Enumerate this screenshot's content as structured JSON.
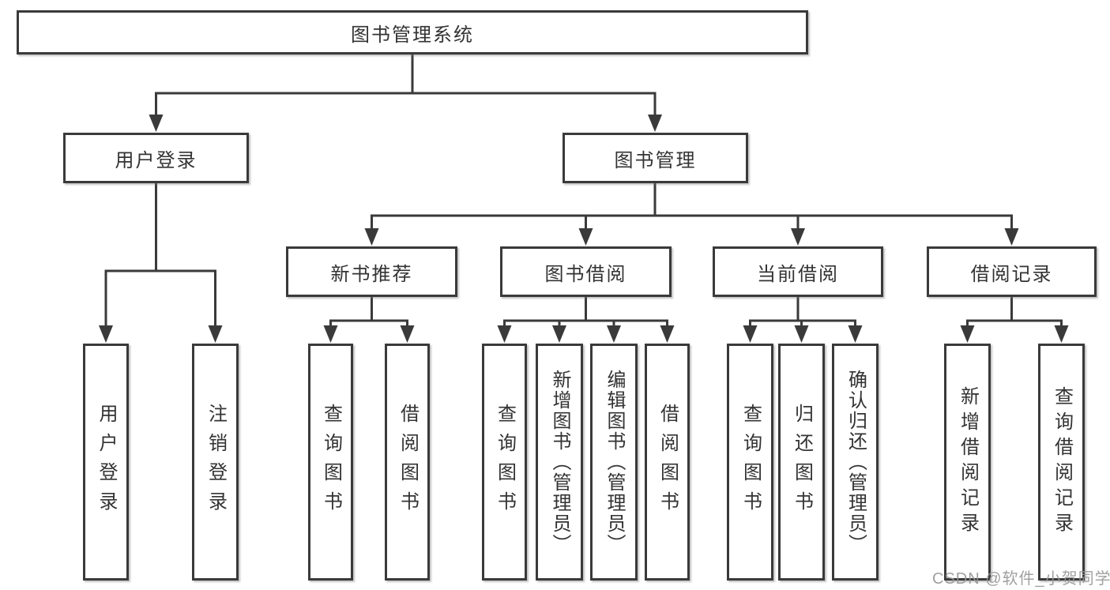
{
  "tree": {
    "root": {
      "label": "图书管理系统",
      "children": [
        {
          "label": "用户登录",
          "children": [
            {
              "label": "用户登录"
            },
            {
              "label": "注销登录"
            }
          ]
        },
        {
          "label": "图书管理",
          "children": [
            {
              "label": "新书推荐",
              "children": [
                {
                  "label": "查询图书"
                },
                {
                  "label": "借阅图书"
                }
              ]
            },
            {
              "label": "图书借阅",
              "children": [
                {
                  "label": "查询图书"
                },
                {
                  "label": "新增图书（管理员）"
                },
                {
                  "label": "编辑图书（管理员）"
                },
                {
                  "label": "借阅图书"
                }
              ]
            },
            {
              "label": "当前借阅",
              "children": [
                {
                  "label": "查询图书"
                },
                {
                  "label": "归还图书"
                },
                {
                  "label": "确认归还（管理员）"
                }
              ]
            },
            {
              "label": "借阅记录",
              "children": [
                {
                  "label": "新增借阅记录"
                },
                {
                  "label": "查询借阅记录"
                }
              ]
            }
          ]
        }
      ]
    }
  },
  "watermark": "CSDN @软件_小贺同学",
  "colors": {
    "line": "#3a3a3a",
    "text": "#333333",
    "background": "#ffffff",
    "watermark": "#969696"
  }
}
